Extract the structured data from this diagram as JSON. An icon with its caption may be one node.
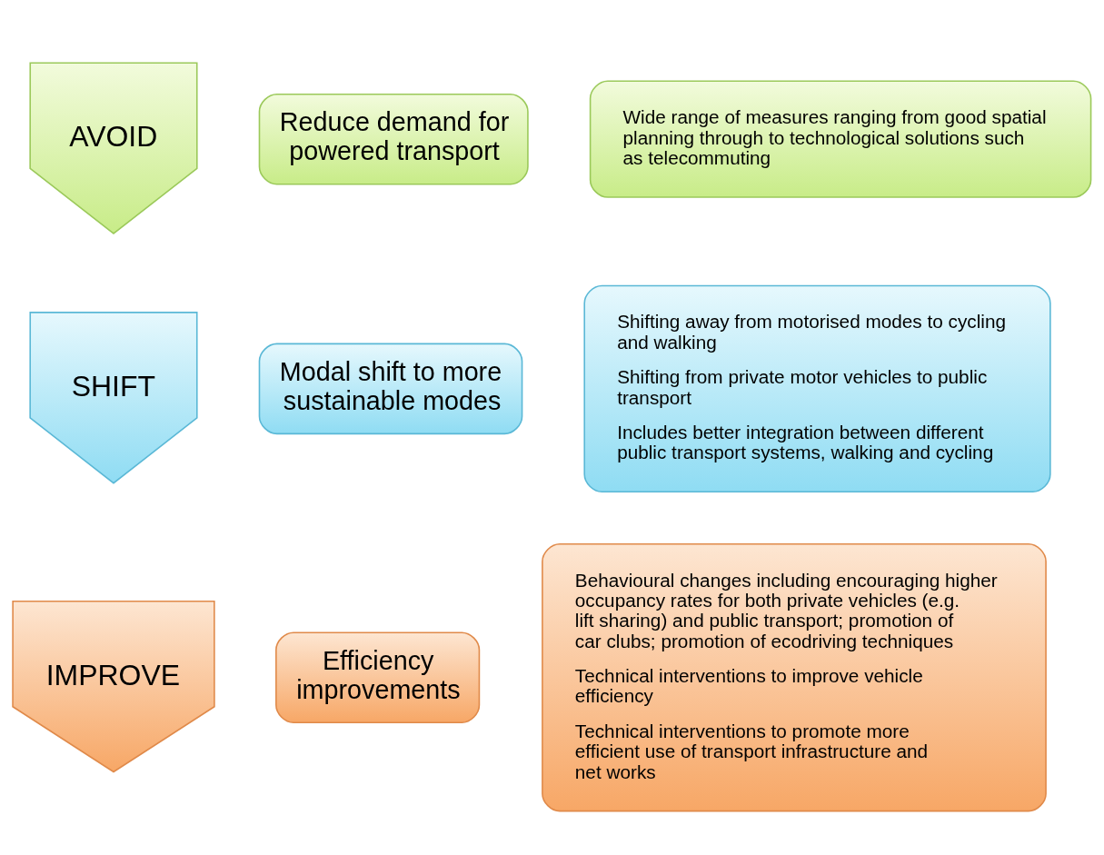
{
  "diagram": {
    "nodes": [
      {
        "text": [
          "AVOID"
        ]
      },
      {
        "text": [
          "Reduce demand for powered transport"
        ]
      },
      {
        "text": [
          "Wide range of measures ranging from good spatial planning through to technological solutions such as telecommuting"
        ]
      },
      {
        "text": [
          "SHIFT"
        ]
      },
      {
        "text": [
          "Modal shift to more sustainable modes"
        ]
      },
      {
        "text": [
          "Shifting away from motorised modes to cycling and walking",
          "Shifting from private motor vehicles to public transport",
          "Includes better integration between different public transport systems, walking and cycling"
        ]
      },
      {
        "text": [
          "IMPROVE"
        ]
      },
      {
        "text": [
          "Efficiency improvements"
        ]
      },
      {
        "text": [
          "Behavioural changes including encouraging higher occupancy rates for both private vehicles (e.g. lift sharing) and public transport; promotion of car clubs; promotion of ecodriving techniques",
          "Technical interventions to improve vehicle efficiency",
          "Technical interventions to promote more efficient use of transport infrastructure and net works"
        ]
      }
    ],
    "edges": []
  }
}
